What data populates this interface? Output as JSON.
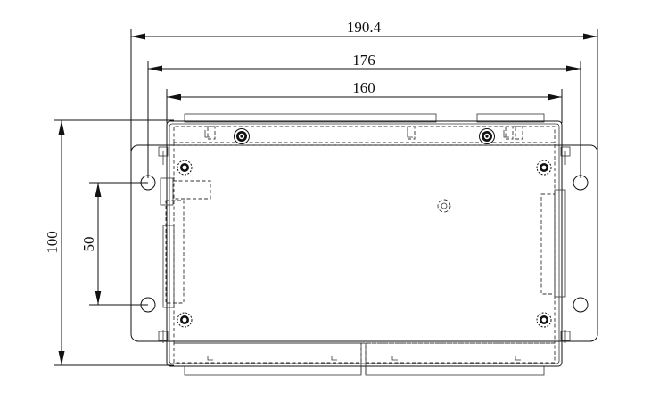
{
  "dimensions": {
    "overall_width": "190.4",
    "mount_hole_span": "176",
    "body_width": "160",
    "overall_height": "100",
    "hole_pitch": "50"
  },
  "colors": {
    "line": "#111111",
    "background": "#ffffff"
  }
}
